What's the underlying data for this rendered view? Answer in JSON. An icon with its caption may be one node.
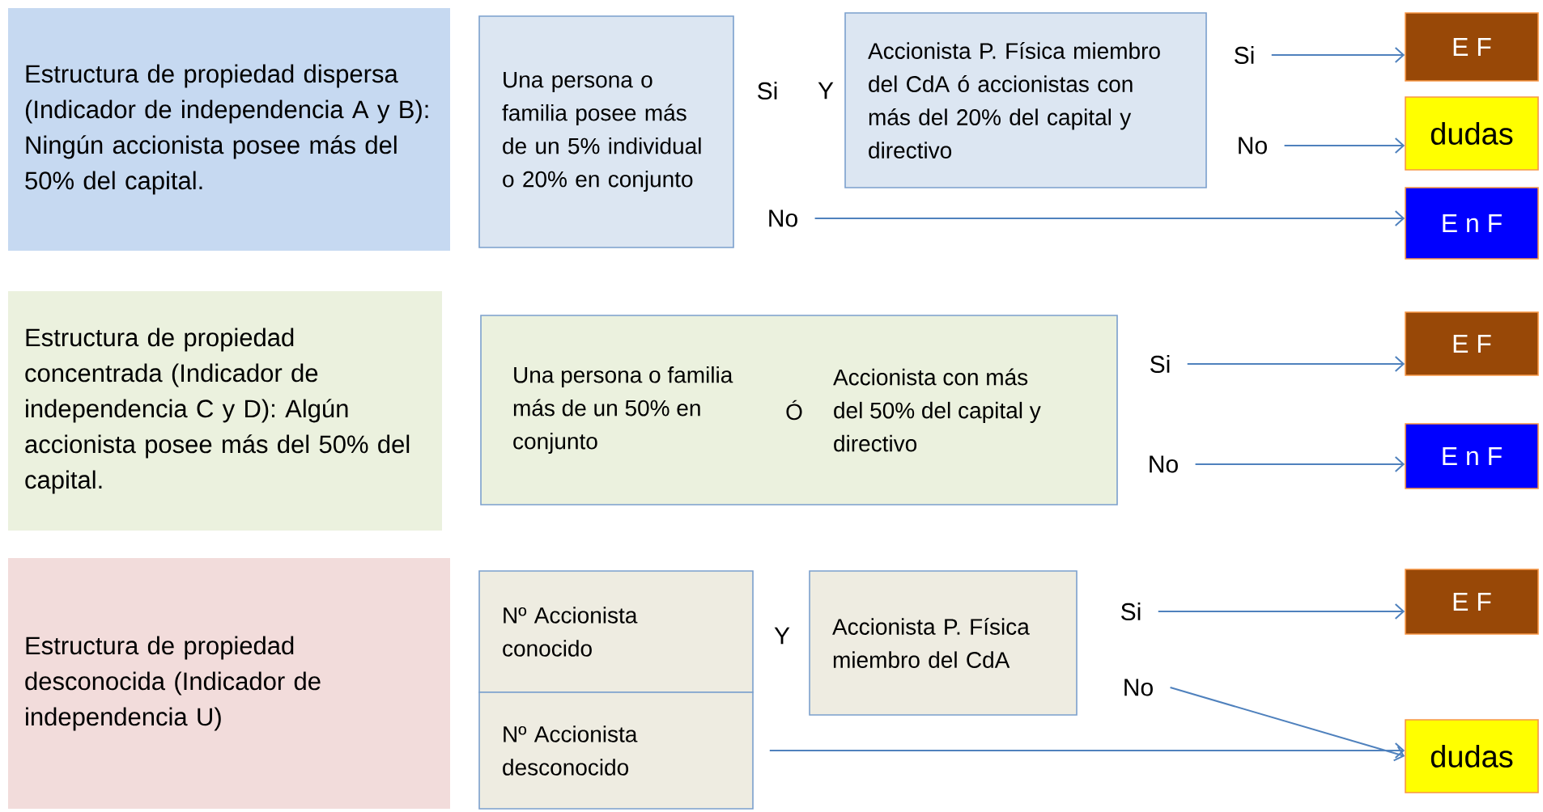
{
  "diagram": {
    "nodes": [
      {
        "text": [
          "Estructura de propiedad dispersa (Indicador de independencia A y B): Ningún accionista posee más del 50% del capital."
        ]
      },
      {
        "text": [
          "Una persona o familia posee más de un 5% individual o 20% en conjunto"
        ]
      },
      {
        "text": [
          "Accionista P. Física miembro del CdA ó accionistas con más del 20% del capital y directivo"
        ]
      },
      {
        "text": [
          "Si"
        ]
      },
      {
        "text": [
          "No"
        ]
      },
      {
        "text": [
          "No"
        ]
      },
      {
        "text": [
          "E F"
        ]
      },
      {
        "text": [
          "dudas"
        ]
      },
      {
        "text": [
          "E n F"
        ]
      },
      {
        "text": [
          "Estructura de propiedad concentrada (Indicador de independencia C y D): Algún accionista posee más del 50% del capital."
        ]
      },
      {
        "text": [
          "Una persona o familia más de un 50% en conjunto",
          "Ó",
          "Accionista con más del 50% del capital y directivo"
        ]
      },
      {
        "text": [
          "Si"
        ]
      },
      {
        "text": [
          "No"
        ]
      },
      {
        "text": [
          "E F"
        ]
      },
      {
        "text": [
          "E n F"
        ]
      },
      {
        "text": [
          "Estructura de propiedad desconocida (Indicador de independencia U)"
        ]
      },
      {
        "text": [
          "Nº Accionista conocido"
        ]
      },
      {
        "text": [
          "Nº Accionista desconocido"
        ]
      },
      {
        "text": [
          "Accionista P. Física miembro del CdA"
        ]
      },
      {
        "text": [
          "Si"
        ]
      },
      {
        "text": [
          "No"
        ]
      },
      {
        "text": [
          "E F"
        ]
      },
      {
        "text": [
          "dudas"
        ]
      }
    ],
    "edges": [
      {
        "from": 3,
        "to": 6,
        "arrow": "to"
      },
      {
        "from": 4,
        "to": 7,
        "arrow": "to"
      },
      {
        "from": 5,
        "to": 8,
        "arrow": "to"
      },
      {
        "from": 11,
        "to": 13,
        "arrow": "to"
      },
      {
        "from": 12,
        "to": 14,
        "arrow": "to"
      },
      {
        "from": 19,
        "to": 21,
        "arrow": "to"
      },
      {
        "from": 20,
        "to": 22,
        "arrow": "to"
      },
      {
        "from": 17,
        "to": 22,
        "arrow": "to"
      }
    ],
    "labels": [
      "Si",
      "Y",
      "Y"
    ]
  }
}
